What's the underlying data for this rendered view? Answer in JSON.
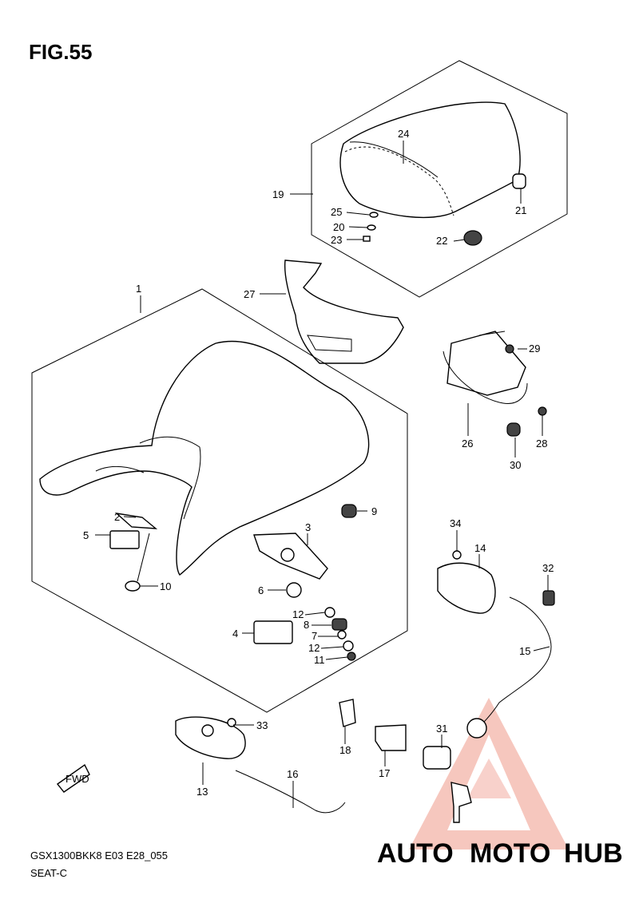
{
  "title": "FIG.55",
  "footer": {
    "code": "GSX1300BKK8 E03 E28_055",
    "name": "SEAT-C"
  },
  "fwd_label": "FWD",
  "watermark": {
    "part1": "AUTO",
    "part2": "MOTO",
    "part3": "HUB",
    "color1": "#f5b7a6",
    "color2": "#ef7a72",
    "color3": "#6e6e6e"
  },
  "callouts": {
    "c1": "1",
    "c2": "2",
    "c3": "3",
    "c4": "4",
    "c5": "5",
    "c6": "6",
    "c7": "7",
    "c8": "8",
    "c9": "9",
    "c10": "10",
    "c11": "11",
    "c12a": "12",
    "c12b": "12",
    "c13": "13",
    "c14": "14",
    "c15": "15",
    "c16": "16",
    "c17": "17",
    "c18": "18",
    "c19": "19",
    "c20": "20",
    "c21": "21",
    "c22": "22",
    "c23": "23",
    "c24": "24",
    "c25": "25",
    "c26": "26",
    "c27": "27",
    "c28": "28",
    "c29": "29",
    "c30": "30",
    "c31": "31",
    "c32": "32",
    "c33": "33",
    "c34": "34"
  }
}
